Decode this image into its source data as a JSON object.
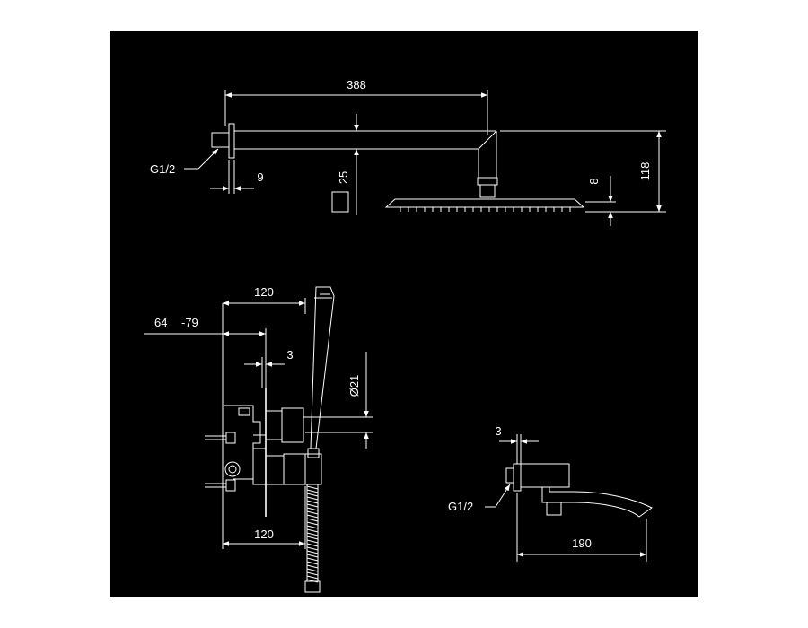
{
  "drawing": {
    "dimensions": {
      "arm_length": "388",
      "arm_square": "25",
      "arm_flange": "9",
      "arm_height": "118",
      "head_thickness": "8",
      "thread_arm": "G1/2",
      "mixer_width_top": "120",
      "mixer_depth": "64",
      "mixer_depth_sep": "-79",
      "plate_thickness": "3",
      "handle_dia": "Ø21",
      "mixer_width_bottom": "120",
      "spout_flange": "3",
      "thread_spout": "G1/2",
      "spout_length": "190"
    },
    "colors": {
      "background": "#000000",
      "lines": "#ffffff"
    }
  }
}
